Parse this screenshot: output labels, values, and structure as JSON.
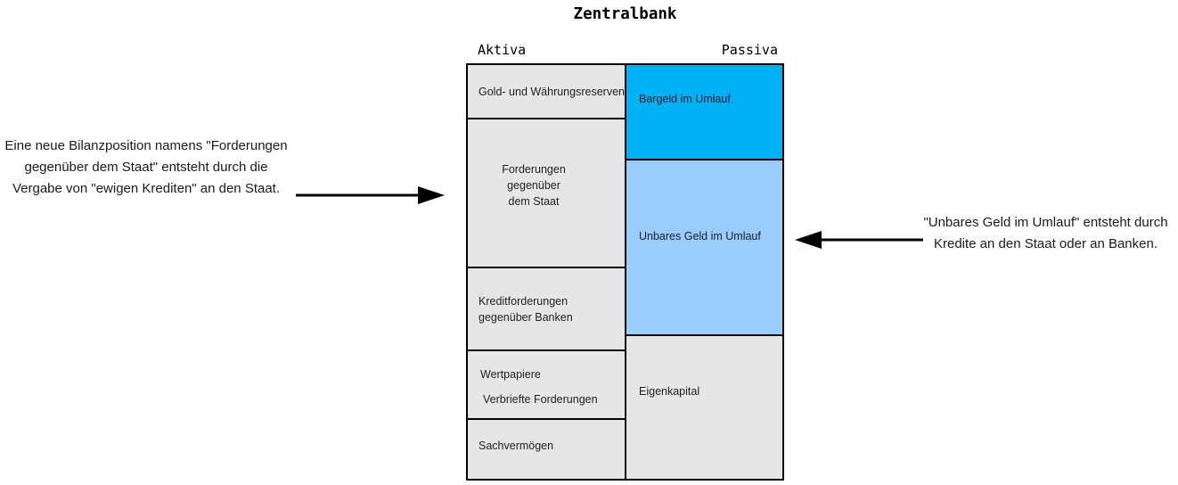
{
  "title": "Zentralbank",
  "balance_sheet": {
    "left_header": "Aktiva",
    "right_header": "Passiva",
    "assets": [
      {
        "label": "Gold- und Währungsreserven"
      },
      {
        "lines": [
          "Forderungen gegenüber",
          "dem Staat"
        ]
      },
      {
        "lines": [
          "Kreditforderungen",
          "gegenüber Banken"
        ]
      },
      {
        "lines": [
          "Wertpapiere",
          "Verbriefte Forderungen"
        ]
      },
      {
        "label": "Sachvermögen"
      }
    ],
    "liabilities": [
      {
        "label": "Bargeld im Umlauf"
      },
      {
        "label": "Unbares Geld im Umlauf"
      },
      {
        "label": "Eigenkapital"
      }
    ]
  },
  "annotations": {
    "left": {
      "lines": [
        "Eine neue Bilanzposition namens \"Forderungen",
        "gegenüber dem Staat\" entsteht durch die",
        "Vergabe von \"ewigen Krediten\" an den Staat."
      ]
    },
    "right": {
      "lines": [
        "\"Unbares Geld im Umlauf\" entsteht durch",
        "Kredite an den Staat oder an Banken."
      ]
    }
  },
  "icons": {
    "left_arrow_direction": "arrow-right",
    "right_arrow_direction": "arrow-left"
  },
  "colors": {
    "asset_cell": "#E6E6E6",
    "cash_cell": "#00B1F5",
    "deposit_cell": "#99CCFF",
    "equity_cell": "#E6E6E6",
    "border": "#000000",
    "arrow": "#000000"
  }
}
